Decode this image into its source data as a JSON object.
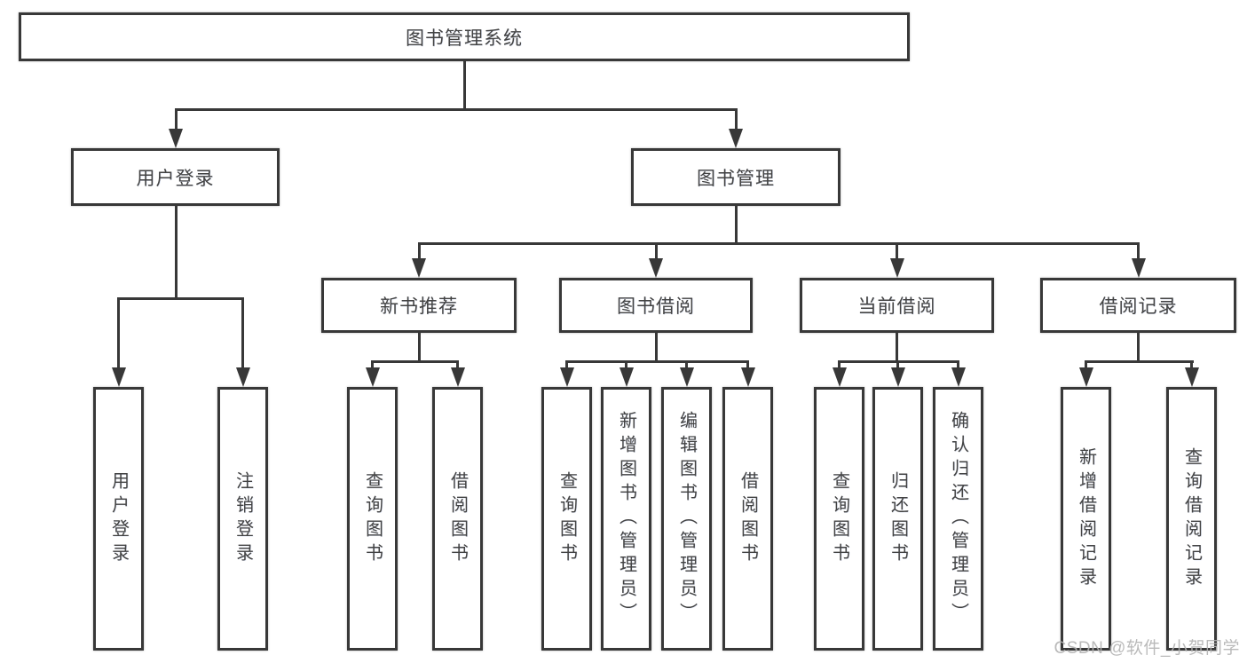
{
  "diagram": {
    "root": {
      "label": "图书管理系统"
    },
    "level2": [
      {
        "label": "用户登录"
      },
      {
        "label": "图书管理"
      }
    ],
    "level3": [
      {
        "label": "新书推荐"
      },
      {
        "label": "图书借阅"
      },
      {
        "label": "当前借阅"
      },
      {
        "label": "借阅记录"
      }
    ],
    "leaves": {
      "user_login": [
        "用户登录",
        "注销登录"
      ],
      "new_books": [
        "查询图书",
        "借阅图书"
      ],
      "book_borrow": [
        "查询图书",
        "新增图书（管理员）",
        "编辑图书（管理员）",
        "借阅图书"
      ],
      "current_borrow": [
        "查询图书",
        "归还图书",
        "确认归还（管理员）"
      ],
      "borrow_records": [
        "新增借阅记录",
        "查询借阅记录"
      ]
    }
  },
  "watermark": {
    "text": "CSDN @软件_小贺同学"
  },
  "colors": {
    "line": "#383838",
    "text": "#434343",
    "watermark": "#b3b3b3",
    "background": "#ffffff"
  }
}
